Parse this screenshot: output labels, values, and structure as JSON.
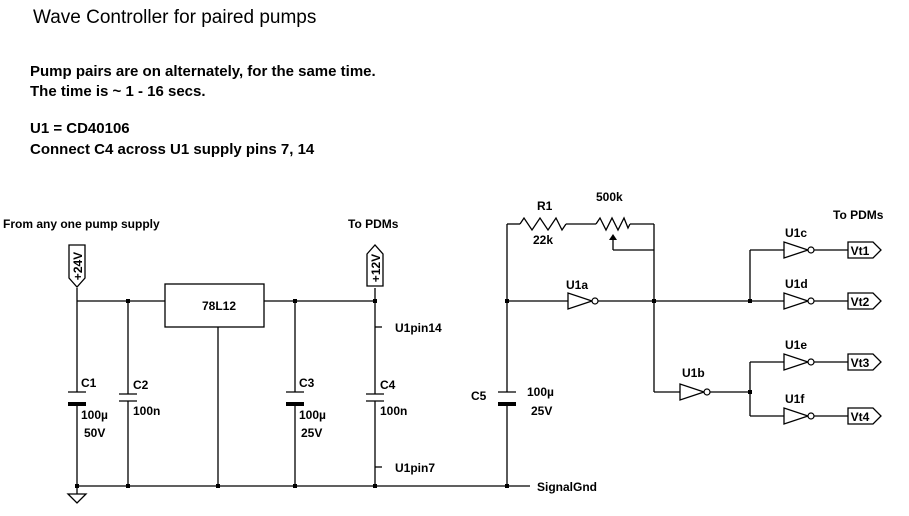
{
  "title": "Wave Controller for paired pumps",
  "notes": [
    "Pump pairs are on alternately, for the same time.",
    "The time is ~ 1 - 16 secs.",
    "U1 = CD40106",
    "Connect C4 across U1 supply pins 7, 14"
  ],
  "labels": {
    "supply_source": "From any one pump supply",
    "to_pdms_left": "To PDMs",
    "to_pdms_right": "To PDMs",
    "v24": "+24V",
    "v12": "+12V",
    "regulator": "78L12",
    "u1pin14": "U1pin14",
    "u1pin7": "U1pin7",
    "signal_gnd": "SignalGnd"
  },
  "components": {
    "c1": {
      "ref": "C1",
      "value": "100µ",
      "voltage": "50V"
    },
    "c2": {
      "ref": "C2",
      "value": "100n"
    },
    "c3": {
      "ref": "C3",
      "value": "100µ",
      "voltage": "25V"
    },
    "c4": {
      "ref": "C4",
      "value": "100n"
    },
    "c5": {
      "ref": "C5",
      "value": "100µ",
      "voltage": "25V"
    },
    "r1": {
      "ref": "R1",
      "value": "22k"
    },
    "pot": {
      "value": "500k"
    }
  },
  "gates": {
    "u1a": "U1a",
    "u1b": "U1b",
    "u1c": "U1c",
    "u1d": "U1d",
    "u1e": "U1e",
    "u1f": "U1f"
  },
  "outputs": {
    "vt1": "Vt1",
    "vt2": "Vt2",
    "vt3": "Vt3",
    "vt4": "Vt4"
  }
}
